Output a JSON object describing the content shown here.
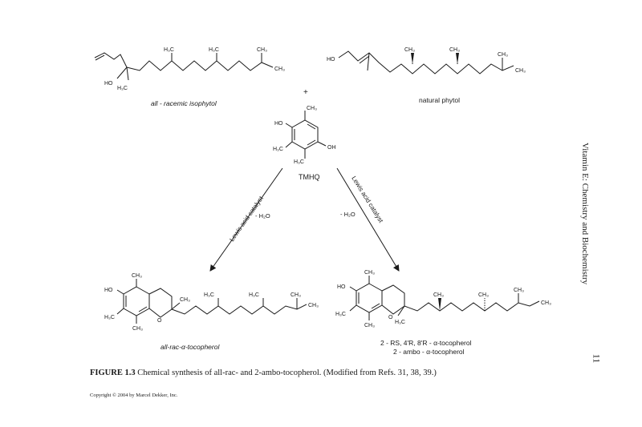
{
  "scheme": {
    "isophytol_label": "all - racemic isophytol",
    "phytol_label": "natural phytol",
    "plus_sign": "+",
    "tmhq_label": "TMHQ",
    "catalyst_left": "Lewis acid catalyst",
    "catalyst_right": "Lewis acid catalyst",
    "water_left": "- H₂O",
    "water_right": "- H₂O",
    "product_left_label": "all-rac-α-tocopherol",
    "product_right_line1": "2 - RS, 4'R, 8'R - α-tocopherol",
    "product_right_line2": "2 - ambo - α-tocopherol",
    "atoms": {
      "ho": "HO",
      "oh": "OH",
      "o": "O",
      "ch3": "CH₃",
      "h3c": "H₃C"
    }
  },
  "caption": {
    "figure_number": "FIGURE 1.3",
    "text": "Chemical synthesis of all-rac- and 2-ambo-tocopherol. (Modified from Refs. 31, 38, 39.)"
  },
  "copyright": "Copyright © 2004 by Marcel Dekker, Inc.",
  "running_head": "Vitamin E: Chemistry and Biochemistry",
  "page_number": "11"
}
